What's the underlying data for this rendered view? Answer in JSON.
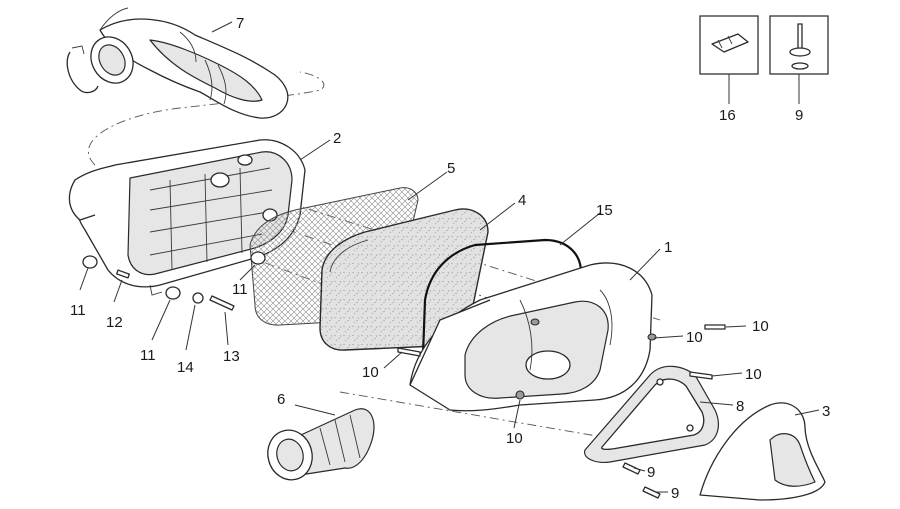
{
  "callouts": {
    "c7": "7",
    "c2": "2",
    "c5": "5",
    "c4": "4",
    "c15": "15",
    "c1": "1",
    "c16": "16",
    "c9_box": "9",
    "c11_left": "11",
    "c12": "12",
    "c11_mid": "11",
    "c14": "14",
    "c13": "13",
    "c11_right": "11",
    "c10_a": "10",
    "c10_b": "10",
    "c10_c": "10",
    "c10_d": "10",
    "c10_e": "10",
    "c6": "6",
    "c8": "8",
    "c3": "3",
    "c9_a": "9",
    "c9_b": "9"
  }
}
